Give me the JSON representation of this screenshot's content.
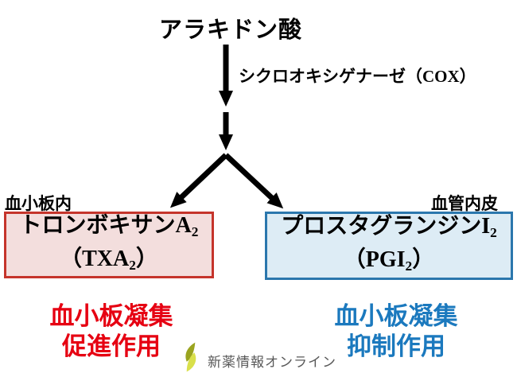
{
  "title": "アラキドン酸",
  "enzyme": {
    "jp": "シクロオキシゲナーゼ",
    "en": "（COX）"
  },
  "contexts": {
    "left": "血小板内",
    "right": "血管内皮"
  },
  "boxes": {
    "left": {
      "line1_jp": "トロンボキサン",
      "line1_sym": "A",
      "line1_sub": "2",
      "line2_main": "（TXA",
      "line2_sub": "2",
      "line2_close": "）",
      "border": "#c5342b",
      "fill": "#f3dedd"
    },
    "right": {
      "line1_jp": "プロスタグランジン",
      "line1_sym": "I",
      "line1_sub": "2",
      "line2_main": "（PGI",
      "line2_sub": "2",
      "line2_close": "）",
      "border": "#2b77ad",
      "fill": "#ddecf5"
    }
  },
  "effects": {
    "left": {
      "line1": "血小板凝集",
      "line2": "促進作用",
      "color": "#e60012"
    },
    "right": {
      "line1": "血小板凝集",
      "line2": "抑制作用",
      "color": "#1b79be"
    }
  },
  "arrows": {
    "color": "#000000"
  },
  "logo": {
    "text": "新薬情報オンライン",
    "text_color": "#595959",
    "leaf_dark": "#9aa41f",
    "leaf_light": "#d9e04b"
  }
}
